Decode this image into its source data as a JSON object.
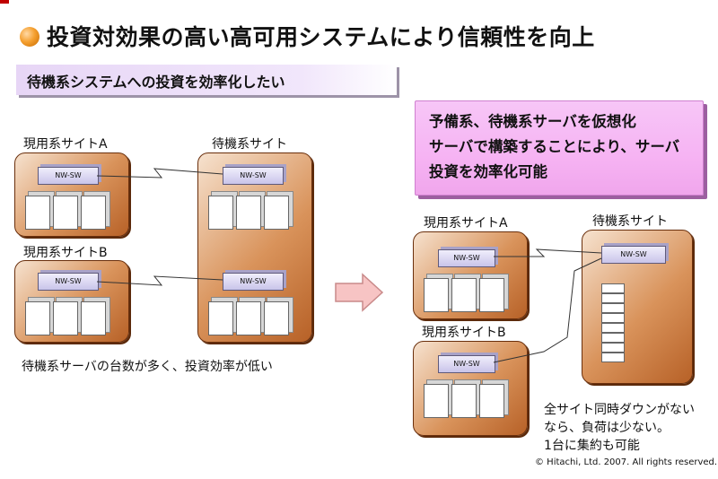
{
  "title": "投資対効果の高い高可用システムにより信頼性を向上",
  "subtitle": "待機系システムへの投資を効率化したい",
  "callout": {
    "lines": [
      "予備系、待機系サーバを仮想化",
      "サーバで構築することにより、サーバ",
      "投資を効率化可能"
    ]
  },
  "left": {
    "site_a_label": "現用系サイトA",
    "site_b_label": "現用系サイトB",
    "standby_label": "待機系サイト",
    "nwsw": "NW-SW",
    "caption": "待機系サーバの台数が多く、投資効率が低い"
  },
  "right": {
    "site_a_label": "現用系サイトA",
    "site_b_label": "現用系サイトB",
    "standby_label": "待機系サイト",
    "nwsw": "NW-SW",
    "note": [
      "全サイト同時ダウンがない",
      "なら、負荷は少ない。",
      "1台に集約も可能"
    ]
  },
  "footer": "© Hitachi, Ltd. 2007. All rights reserved.",
  "colors": {
    "site_fill": "#d9935b",
    "callout_fill": "#f6b3f3",
    "arrow_fill": "#f7c4c4"
  }
}
